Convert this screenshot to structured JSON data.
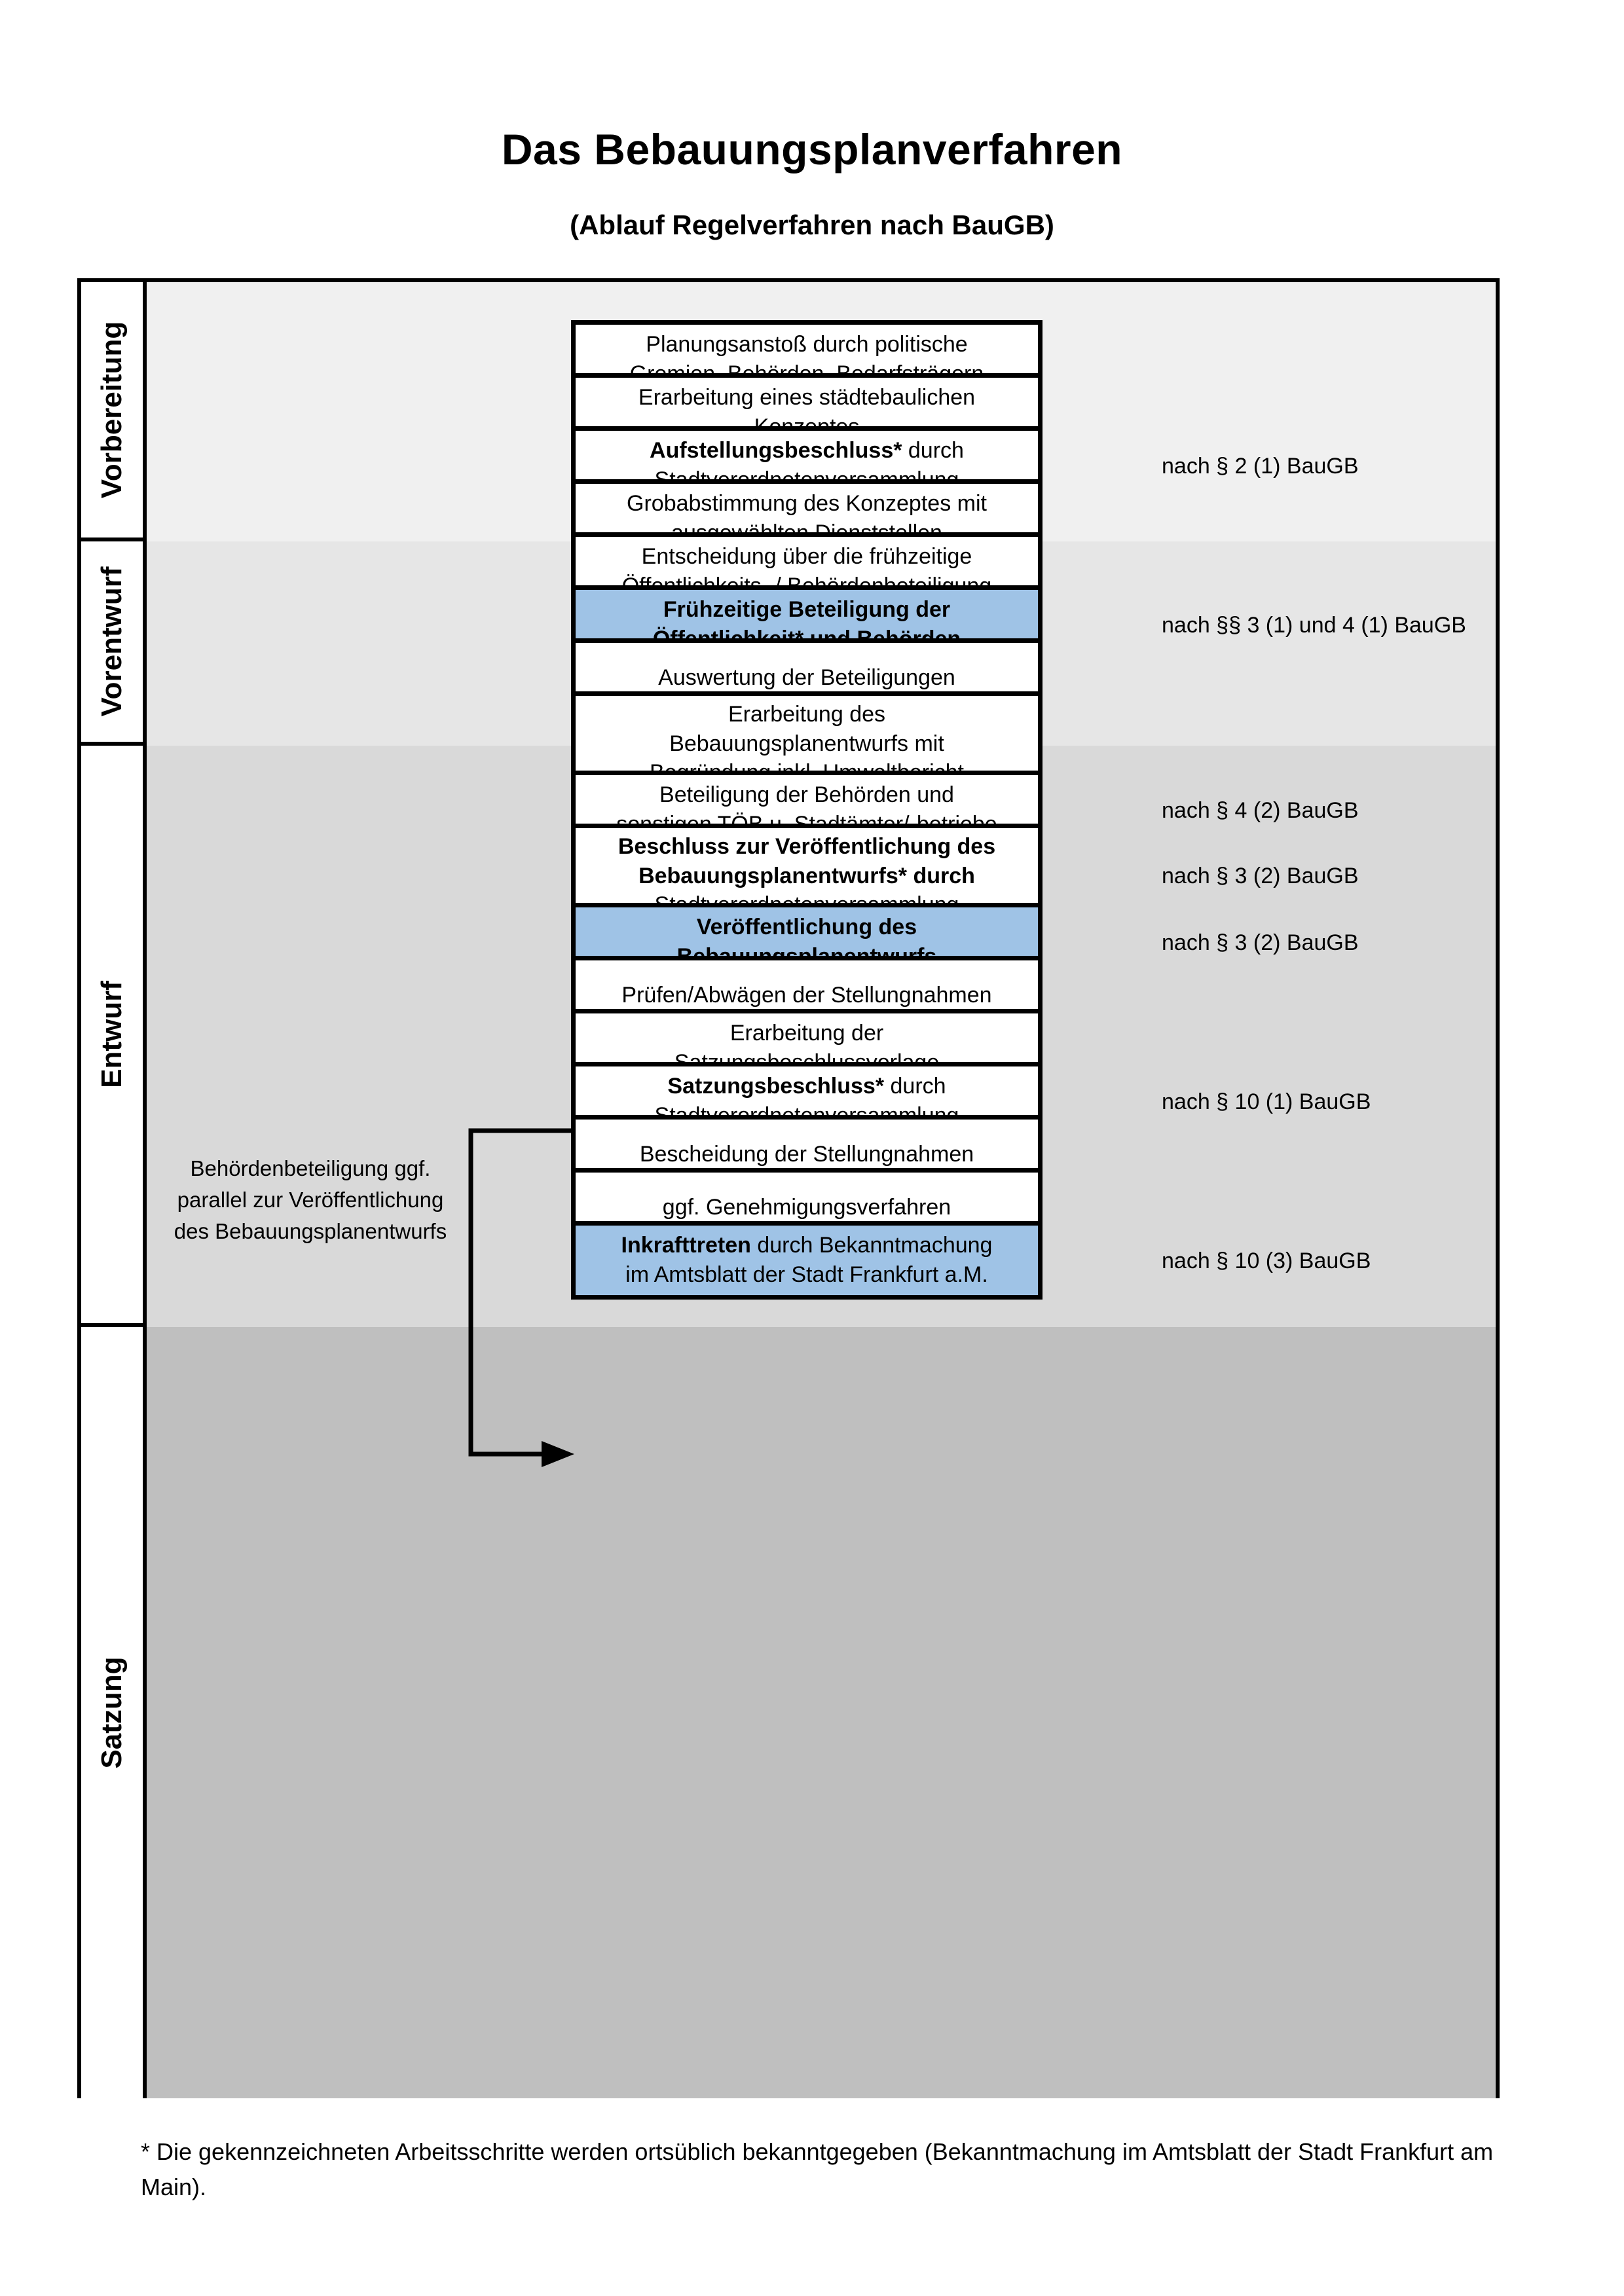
{
  "document": {
    "title": "Das Bebauungsplanverfahren",
    "subtitle": "(Ablauf Regelverfahren nach BauGB)",
    "footnote": "* Die gekennzeichneten Arbeitsschritte werden ortsüblich bekanntgegeben (Bekanntmachung im Amtsblatt  der Stadt Frankfurt am Main)."
  },
  "colors": {
    "highlight": "#9fc3e6",
    "band_vorbereitung": "#f0f0f0",
    "band_vorentwurf": "#e6e6e6",
    "band_entwurf": "#d9d9d9",
    "band_satzung": "#bfbfbf",
    "border": "#000000"
  },
  "phases": [
    {
      "label": "Vorbereitung"
    },
    {
      "label": "Vorentwurf"
    },
    {
      "label": "Entwurf"
    },
    {
      "label": "Satzung"
    }
  ],
  "side_note": "Behördenbeteiligung ggf. parallel zur Veröffentlichung des Bebauungsplanentwurfs",
  "nodes": [
    {
      "id": "n1",
      "phase": "Vorbereitung",
      "highlight": false,
      "lines": [
        "Planungsanstoß durch politische",
        "Gremien, Behörden, Bedarfsträgern"
      ]
    },
    {
      "id": "n2",
      "phase": "Vorbereitung",
      "highlight": false,
      "lines": [
        "Erarbeitung eines städtebaulichen",
        "Konzeptes"
      ]
    },
    {
      "id": "n3",
      "phase": "Vorbereitung",
      "highlight": false,
      "bold_prefix": "Aufstellungsbeschluss*",
      "lines": [
        "Aufstellungsbeschluss* durch",
        "Stadtverordnetenversammlung"
      ]
    },
    {
      "id": "n4",
      "phase": "Vorentwurf",
      "highlight": false,
      "lines": [
        "Grobabstimmung des Konzeptes mit",
        "ausgewählten Dienststellen"
      ]
    },
    {
      "id": "n5",
      "phase": "Vorentwurf",
      "highlight": false,
      "lines": [
        "Entscheidung über die frühzeitige",
        "Öffentlichkeits- / Behördenbeteiligung"
      ]
    },
    {
      "id": "n6",
      "phase": "Vorentwurf",
      "highlight": true,
      "lines": [
        "Frühzeitige Beteiligung der",
        "Öffentlichkeit* und Behörden"
      ]
    },
    {
      "id": "n7",
      "phase": "Entwurf",
      "highlight": false,
      "lines": [
        "Auswertung der Beteiligungen"
      ]
    },
    {
      "id": "n8",
      "phase": "Entwurf",
      "highlight": false,
      "lines": [
        "Erarbeitung des",
        "Bebauungsplanentwurfs mit",
        "Begründung inkl. Umweltbericht"
      ]
    },
    {
      "id": "n9",
      "phase": "Entwurf",
      "highlight": false,
      "lines": [
        "Beteiligung der Behörden und",
        "sonstigen TÖB u. Stadtämter/-betriebe"
      ]
    },
    {
      "id": "n10",
      "phase": "Entwurf",
      "highlight": false,
      "bold_prefix": "Beschluss zur Veröffentlichung des Bebauungsplanentwurfs*",
      "lines": [
        "Beschluss zur Veröffentlichung des",
        "Bebauungsplanentwurfs* durch",
        "Stadtverordnetenversammlung"
      ]
    },
    {
      "id": "n11",
      "phase": "Entwurf",
      "highlight": true,
      "lines": [
        "Veröffentlichung des",
        "Bebauungsplanentwurfs"
      ]
    },
    {
      "id": "n12",
      "phase": "Satzung",
      "highlight": false,
      "lines": [
        "Prüfen/Abwägen der Stellungnahmen"
      ]
    },
    {
      "id": "n13",
      "phase": "Satzung",
      "highlight": false,
      "lines": [
        "Erarbeitung der",
        "Satzungsbeschlussvorlage"
      ]
    },
    {
      "id": "n14",
      "phase": "Satzung",
      "highlight": false,
      "bold_prefix": "Satzungsbeschluss*",
      "lines": [
        "Satzungsbeschluss* durch",
        "Stadtverordnetenversammlung"
      ]
    },
    {
      "id": "n15",
      "phase": "Satzung",
      "highlight": false,
      "lines": [
        "Bescheidung der Stellungnahmen"
      ]
    },
    {
      "id": "n16",
      "phase": "Satzung",
      "highlight": false,
      "lines": [
        "ggf. Genehmigungsverfahren"
      ]
    },
    {
      "id": "n17",
      "phase": "Satzung",
      "highlight": true,
      "bold_prefix": "Inkrafttreten",
      "lines": [
        "Inkrafttreten durch Bekanntmachung",
        "im Amtsblatt der Stadt Frankfurt a.M."
      ]
    }
  ],
  "laws": [
    {
      "for": "n3",
      "text": "nach § 2 (1) BauGB"
    },
    {
      "for": "n6",
      "text": "nach §§ 3 (1) und 4 (1) BauGB"
    },
    {
      "for": "n9",
      "text": "nach § 4 (2) BauGB"
    },
    {
      "for": "n10",
      "text": "nach § 3 (2) BauGB"
    },
    {
      "for": "n11",
      "text": "nach § 3 (2) BauGB"
    },
    {
      "for": "n14",
      "text": "nach § 10 (1) BauGB"
    },
    {
      "for": "n17",
      "text": "nach § 10 (3) BauGB"
    }
  ]
}
